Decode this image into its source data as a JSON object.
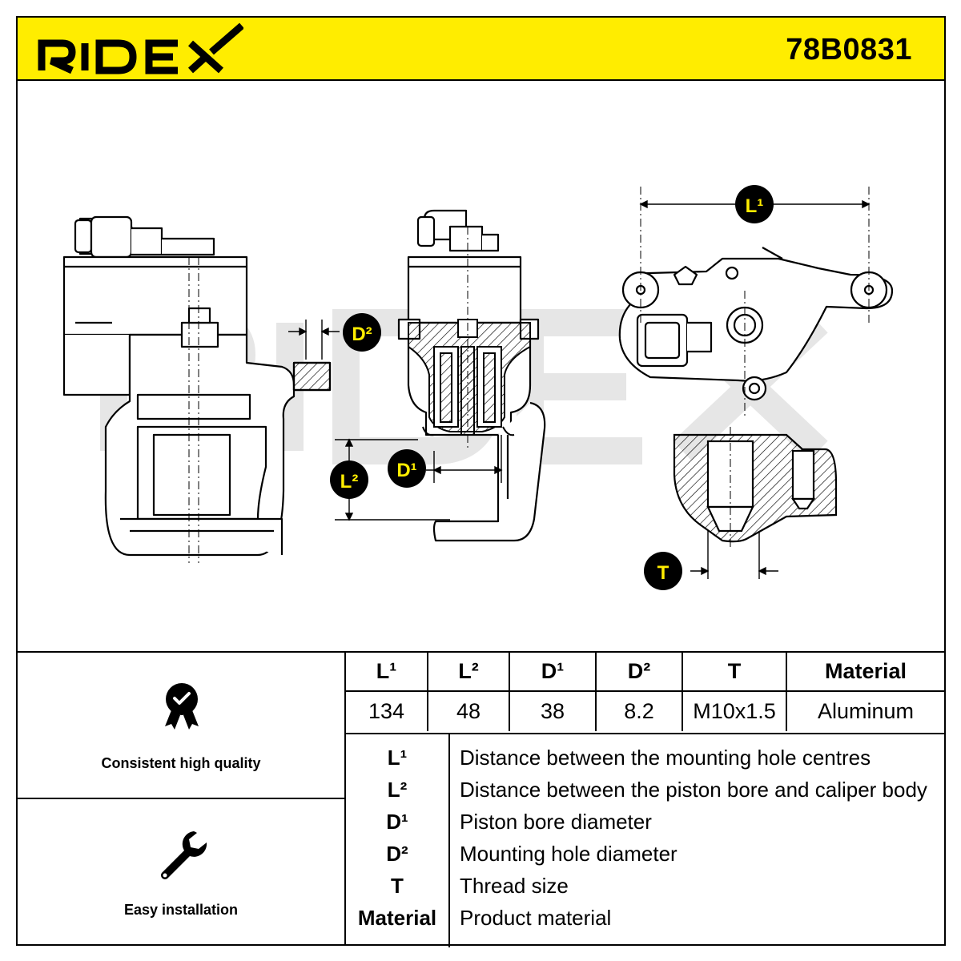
{
  "header": {
    "brand": "RIDEX",
    "part_number": "78B0831"
  },
  "callouts": {
    "l1": "L¹",
    "l2": "L²",
    "d1": "D¹",
    "d2": "D²",
    "t": "T"
  },
  "features": [
    {
      "label": "Consistent high quality",
      "icon": "quality-badge-icon"
    },
    {
      "label": "Easy installation",
      "icon": "wrench-icon"
    }
  ],
  "spec_table": {
    "headers": [
      "L¹",
      "L²",
      "D¹",
      "D²",
      "T",
      "Material"
    ],
    "values": [
      "134",
      "48",
      "38",
      "8.2",
      "M10x1.5",
      "Aluminum"
    ]
  },
  "legend": [
    {
      "key": "L¹",
      "desc": "Distance between the mounting hole centres"
    },
    {
      "key": "L²",
      "desc": "Distance between the piston bore and caliper body"
    },
    {
      "key": "D¹",
      "desc": "Piston bore diameter"
    },
    {
      "key": "D²",
      "desc": "Mounting hole diameter"
    },
    {
      "key": "T",
      "desc": "Thread size"
    },
    {
      "key": "Material",
      "desc": "Product material"
    }
  ],
  "colors": {
    "accent": "#ffed00",
    "ink": "#000000",
    "watermark": "#e6e6e6"
  }
}
